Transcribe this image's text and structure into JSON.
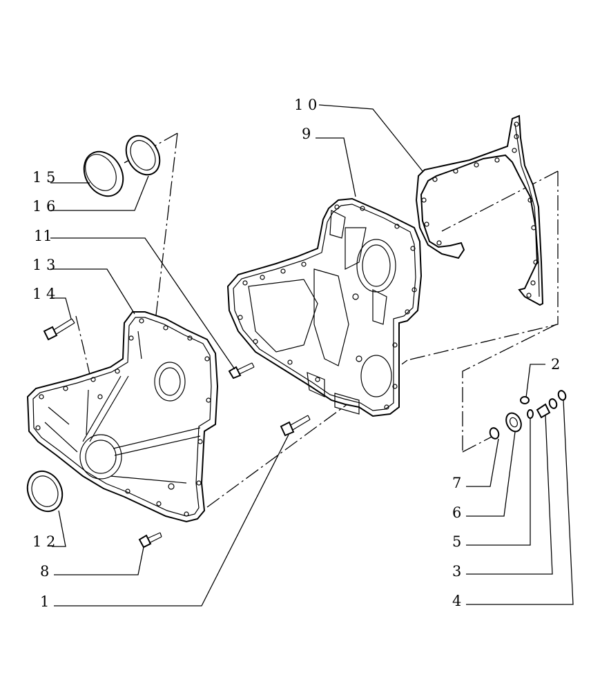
{
  "diagram": {
    "callouts": [
      {
        "id": "c10",
        "text": "1 0"
      },
      {
        "id": "c9",
        "text": "9"
      },
      {
        "id": "c15",
        "text": "1 5"
      },
      {
        "id": "c16",
        "text": "1 6"
      },
      {
        "id": "c11",
        "text": "11"
      },
      {
        "id": "c13",
        "text": "1 3"
      },
      {
        "id": "c14",
        "text": "1 4"
      },
      {
        "id": "c2",
        "text": "2"
      },
      {
        "id": "c7",
        "text": "7"
      },
      {
        "id": "c6",
        "text": "6"
      },
      {
        "id": "c5",
        "text": "5"
      },
      {
        "id": "c3",
        "text": "3"
      },
      {
        "id": "c4",
        "text": "4"
      },
      {
        "id": "c12",
        "text": "1 2"
      },
      {
        "id": "c8",
        "text": "8"
      },
      {
        "id": "c1",
        "text": "1"
      }
    ]
  },
  "colors": {
    "line": "#000000",
    "background": "#ffffff"
  }
}
